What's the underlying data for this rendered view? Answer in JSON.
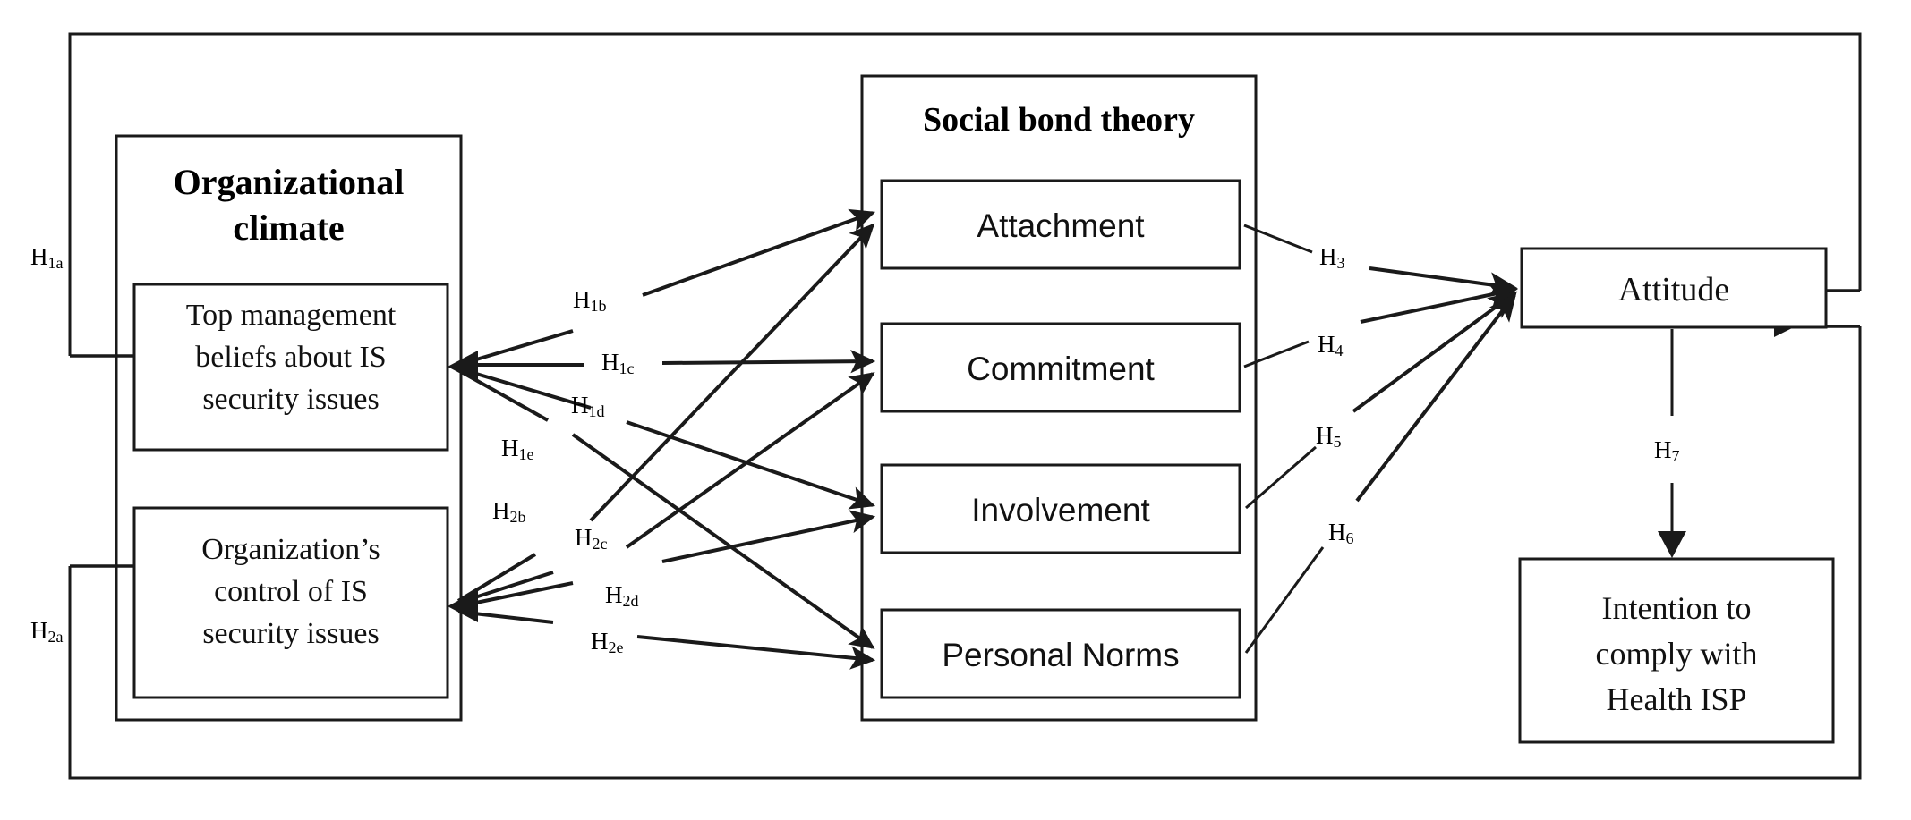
{
  "figure": {
    "type": "research-model-diagram",
    "title_text": "",
    "background_color": "#ffffff",
    "line_color": "#1a1a1a"
  },
  "groups": {
    "organizational_climate": {
      "title": "Organizational climate",
      "title_line1": "Organizational",
      "title_line2": "climate",
      "constructs": [
        {
          "id": "top-management-beliefs",
          "line1": "Top management",
          "line2": "beliefs about IS",
          "line3": "security issues"
        },
        {
          "id": "organization-control",
          "line1": "Organization’s",
          "line2": "control of IS",
          "line3": "security issues"
        }
      ]
    },
    "social_bond_theory": {
      "title": "Social bond theory",
      "constructs": [
        {
          "id": "attachment",
          "label": "Attachment"
        },
        {
          "id": "commitment",
          "label": "Commitment"
        },
        {
          "id": "involvement",
          "label": "Involvement"
        },
        {
          "id": "personal-norms",
          "label": "Personal Norms"
        }
      ]
    },
    "outcomes": {
      "constructs": [
        {
          "id": "attitude",
          "label": "Attitude"
        },
        {
          "id": "intention-to-comply",
          "line1": "Intention to",
          "line2": "comply with",
          "line3": "Health ISP"
        }
      ]
    }
  },
  "hypotheses": [
    {
      "id": "H1a",
      "base": "H",
      "sub": "1a",
      "from": "top-management-beliefs",
      "to": "attitude"
    },
    {
      "id": "H1b",
      "base": "H",
      "sub": "1b",
      "from": "top-management-beliefs",
      "to": "attachment"
    },
    {
      "id": "H1c",
      "base": "H",
      "sub": "1c",
      "from": "top-management-beliefs",
      "to": "commitment"
    },
    {
      "id": "H1d",
      "base": "H",
      "sub": "1d",
      "from": "top-management-beliefs",
      "to": "involvement"
    },
    {
      "id": "H1e",
      "base": "H",
      "sub": "1e",
      "from": "top-management-beliefs",
      "to": "personal-norms"
    },
    {
      "id": "H2a",
      "base": "H",
      "sub": "2a",
      "from": "organization-control",
      "to": "attitude"
    },
    {
      "id": "H2b",
      "base": "H",
      "sub": "2b",
      "from": "organization-control",
      "to": "attachment"
    },
    {
      "id": "H2c",
      "base": "H",
      "sub": "2c",
      "from": "organization-control",
      "to": "commitment"
    },
    {
      "id": "H2d",
      "base": "H",
      "sub": "2d",
      "from": "organization-control",
      "to": "involvement"
    },
    {
      "id": "H2e",
      "base": "H",
      "sub": "2e",
      "from": "organization-control",
      "to": "personal-norms"
    },
    {
      "id": "H3",
      "base": "H",
      "sub": "3",
      "from": "attachment",
      "to": "attitude"
    },
    {
      "id": "H4",
      "base": "H",
      "sub": "4",
      "from": "commitment",
      "to": "attitude"
    },
    {
      "id": "H5",
      "base": "H",
      "sub": "5",
      "from": "involvement",
      "to": "attitude"
    },
    {
      "id": "H6",
      "base": "H",
      "sub": "6",
      "from": "personal-norms",
      "to": "attitude"
    },
    {
      "id": "H7",
      "base": "H",
      "sub": "7",
      "from": "attitude",
      "to": "intention-to-comply"
    }
  ]
}
